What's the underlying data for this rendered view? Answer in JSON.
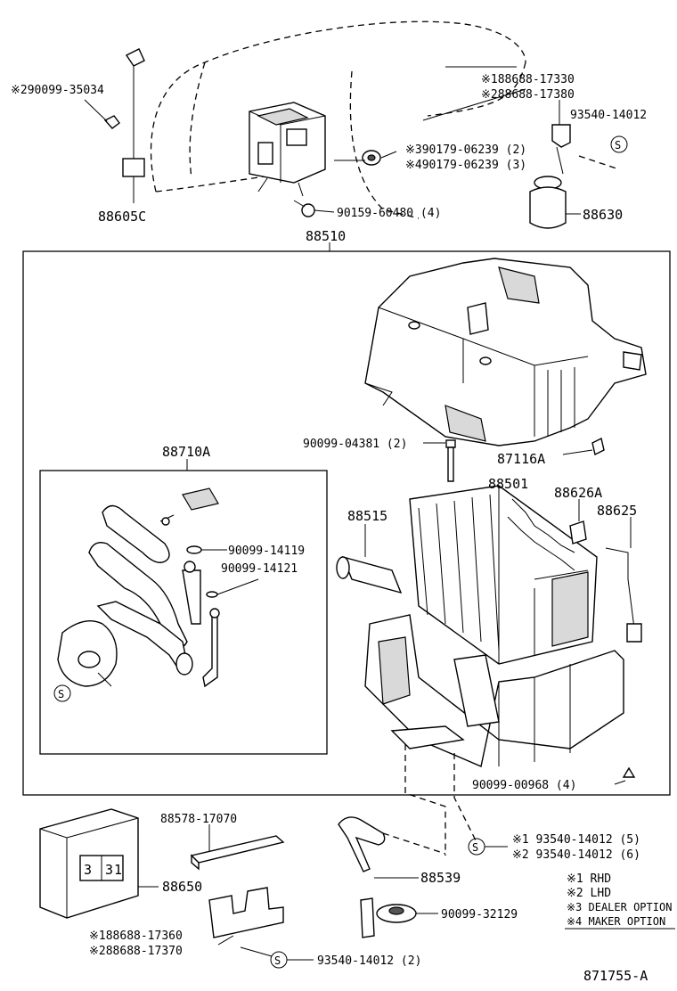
{
  "callouts": {
    "p290099_35034": "※290099-35034",
    "p88605C": "88605C",
    "p188688_17330": "※188688-17330",
    "p288688_17380": "※288688-17380",
    "p93540_14012_top": "93540-14012",
    "p390179_06239": "※390179-06239 (2)",
    "p490179_06239": "※490179-06239 (3)",
    "p90159_60480": "90159-60480 (4)",
    "p88630": "88630",
    "p88510": "88510",
    "p90099_04381": "90099-04381 (2)",
    "p87116A": "87116A",
    "p88710A": "88710A",
    "p88501": "88501",
    "p88626A": "88626A",
    "p88625": "88625",
    "p88515": "88515",
    "p90099_14119": "90099-14119",
    "p90099_14121": "90099-14121",
    "p90099_00968": "90099-00968 (4)",
    "p88578_17070": "88578-17070",
    "p93540_14012_5": "※1 93540-14012 (5)",
    "p93540_14012_6": "※2 93540-14012 (6)",
    "p88650": "88650",
    "p88539": "88539",
    "p90099_32129": "90099-32129",
    "p188688_17360": "※188688-17360",
    "p288688_17370": "※288688-17370",
    "p93540_14012_2": "93540-14012 (2)"
  },
  "symbols": {
    "s": "S",
    "display_digits": [
      "3",
      "3",
      "1"
    ]
  },
  "legend": {
    "items": [
      "※1 RHD",
      "※2 LHD",
      "※3 DEALER OPTION",
      "※4 MAKER OPTION"
    ]
  },
  "diagram_id": "871755-A"
}
